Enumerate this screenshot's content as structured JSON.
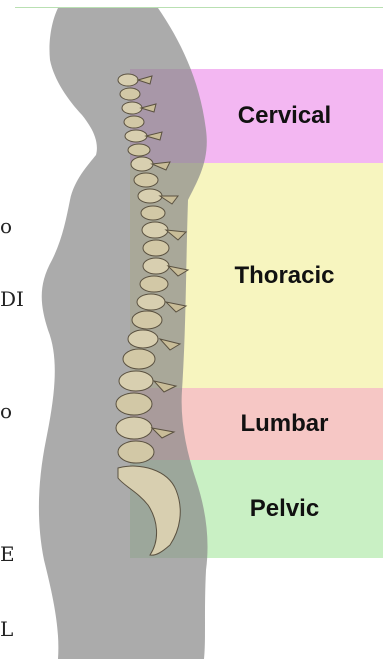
{
  "regions": {
    "cervical": {
      "label": "Cervical",
      "color": "#f3b7f2"
    },
    "thoracic": {
      "label": "Thoracic",
      "color": "#f7f5bf"
    },
    "lumbar": {
      "label": "Lumbar",
      "color": "#f6c7c5"
    },
    "pelvic": {
      "label": "Pelvic",
      "color": "#c9f0c4"
    }
  },
  "edge_text": [
    "o",
    "DI",
    "o",
    "E",
    "L"
  ]
}
